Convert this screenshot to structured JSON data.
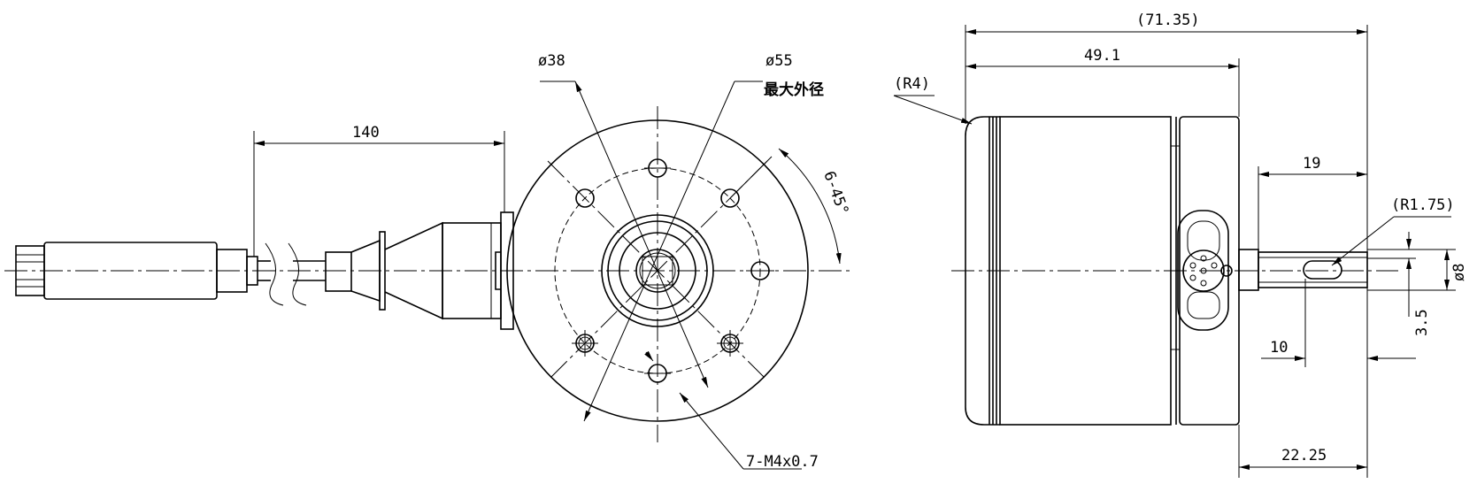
{
  "dimensions": {
    "cable_length": "140",
    "dia_38": "ø38",
    "dia_55": "ø55",
    "max_outer_dia": "最大外径",
    "angle": "6-45°",
    "thread": "7-M4x0.7",
    "overall_length": "(71.35)",
    "body_length": "49.1",
    "corner_radius": "(R4)",
    "shaft_length": "19",
    "slot_radius": "(R1.75)",
    "shaft_dia": "ø8",
    "flat_depth": "3.5",
    "flat_length": "10",
    "shaft_extension": "22.25"
  }
}
